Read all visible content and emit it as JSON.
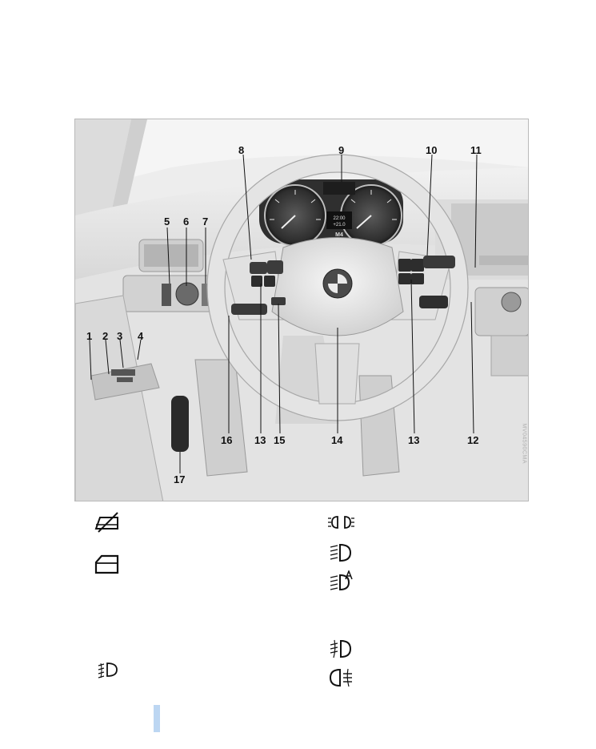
{
  "figure": {
    "image_code": "MV04590CMA",
    "callouts": {
      "n1": "1",
      "n2": "2",
      "n3": "3",
      "n4": "4",
      "n5": "5",
      "n6": "6",
      "n7": "7",
      "n8": "8",
      "n9": "9",
      "n10": "10",
      "n11": "11",
      "n12": "12",
      "n13a": "13",
      "n13b": "13",
      "n14": "14",
      "n15": "15",
      "n16": "16",
      "n17": "17"
    },
    "cluster": {
      "time": "22:00",
      "temp": "+21.0",
      "gear": "M4"
    }
  },
  "symbols": {
    "left": [
      "window-lockout-icon",
      "door-window-icon",
      "rear-fog-front-icon"
    ],
    "right": [
      "parking-lights-icon",
      "low-beam-icon",
      "automatic-headlight-icon",
      "front-fog-icon",
      "rear-fog-icon"
    ]
  },
  "colors": {
    "marker": "#bcd6f2",
    "frame": "#b9b9b9"
  }
}
